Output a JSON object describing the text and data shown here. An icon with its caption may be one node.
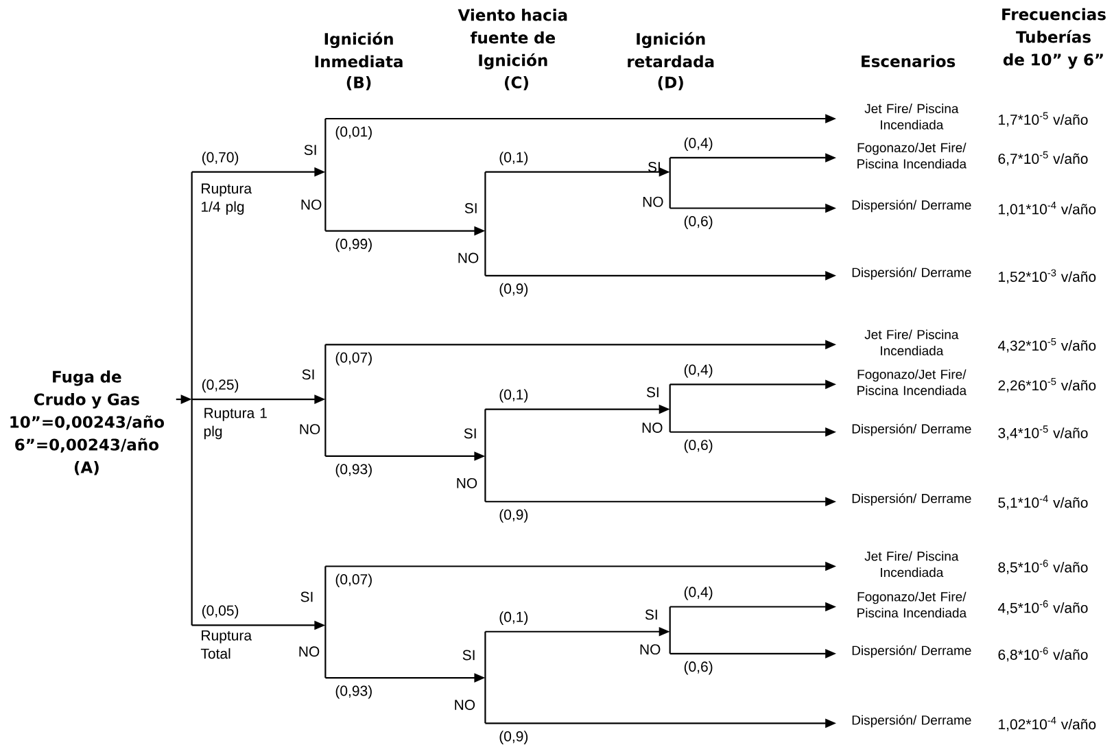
{
  "diagram": {
    "nodes": [
      {
        "text": [
          "Fuga de Crudo y Gas",
          "10”=0,00243/año",
          "6”=0,00243/año",
          "(A)"
        ]
      },
      {
        "text": [],
        "shape": "bar"
      },
      {
        "text": [],
        "shape": "bar"
      },
      {
        "text": [],
        "shape": "bar"
      },
      {
        "text": [],
        "shape": "bar"
      },
      {
        "text": [
          "Jet Fire/ Piscina Incendiada"
        ],
        "beside": [
          "1,7*10$^{-5}$ v/año"
        ]
      },
      {
        "text": [
          "Fogonazo/Jet Fire/ Piscina Incendiada"
        ],
        "beside": [
          "6,7*10$^{-5}$ v/año"
        ]
      },
      {
        "text": [
          "Dispersión/ Derrame"
        ],
        "beside": [
          "1,01*10$^{-4}$ v/año"
        ]
      },
      {
        "text": [
          "Dispersión/ Derrame"
        ],
        "beside": [
          "1,52*10$^{-3}$ v/año"
        ]
      },
      {
        "text": [],
        "shape": "bar"
      },
      {
        "text": [],
        "shape": "bar"
      },
      {
        "text": [],
        "shape": "bar"
      },
      {
        "text": [
          "Jet Fire/ Piscina Incendiada"
        ],
        "beside": [
          "4,32*10$^{-5}$ v/año"
        ]
      },
      {
        "text": [
          "Fogonazo/Jet Fire/ Piscina Incendiada"
        ],
        "beside": [
          "2,26*10$^{-5}$ v/año"
        ]
      },
      {
        "text": [
          "Dispersión/ Derrame"
        ],
        "beside": [
          "3,4*10$^{-5}$ v/año"
        ]
      },
      {
        "text": [
          "Dispersión/ Derrame"
        ],
        "beside": [
          "5,1*10$^{-4}$ v/año"
        ]
      },
      {
        "text": [],
        "shape": "bar"
      },
      {
        "text": [],
        "shape": "bar"
      },
      {
        "text": [],
        "shape": "bar"
      },
      {
        "text": [
          "Jet Fire/ Piscina Incendiada"
        ],
        "beside": [
          "8,5*10$^{-6}$ v/año"
        ]
      },
      {
        "text": [
          "Fogonazo/Jet Fire/ Piscina Incendiada"
        ],
        "beside": [
          "4,5*10$^{-6}$ v/año"
        ]
      },
      {
        "text": [
          "Dispersión/ Derrame"
        ],
        "beside": [
          "6,8*10$^{-6}$ v/año"
        ]
      },
      {
        "text": [
          "Dispersión/ Derrame"
        ],
        "beside": [
          "1,02*10$^{-4}$ v/año"
        ]
      }
    ],
    "edges": [
      {
        "from": 0,
        "to": 1,
        "arrow": "to"
      },
      {
        "from": 1,
        "to": 2,
        "arrow": "to",
        "label": "(0,70)"
      },
      {
        "from": 2,
        "to": 5,
        "arrow": "to",
        "label": "(0,01)"
      },
      {
        "from": 2,
        "to": 3,
        "arrow": "to",
        "label": "(0,99)"
      },
      {
        "from": 3,
        "to": 4,
        "arrow": "to",
        "label": "(0,1)"
      },
      {
        "from": 3,
        "to": 8,
        "arrow": "to",
        "label": "(0,9)"
      },
      {
        "from": 4,
        "to": 6,
        "arrow": "to",
        "label": "(0,4)"
      },
      {
        "from": 4,
        "to": 7,
        "arrow": "to",
        "label": "(0,6)"
      },
      {
        "from": 1,
        "to": 9,
        "arrow": "to",
        "label": "(0,25)"
      },
      {
        "from": 9,
        "to": 12,
        "arrow": "to",
        "label": "(0,07)"
      },
      {
        "from": 9,
        "to": 10,
        "arrow": "to",
        "label": "(0,93)"
      },
      {
        "from": 10,
        "to": 11,
        "arrow": "to",
        "label": "(0,1)"
      },
      {
        "from": 10,
        "to": 15,
        "arrow": "to",
        "label": "(0,9)"
      },
      {
        "from": 11,
        "to": 13,
        "arrow": "to",
        "label": "(0,4)"
      },
      {
        "from": 11,
        "to": 14,
        "arrow": "to",
        "label": "(0,6)"
      },
      {
        "from": 1,
        "to": 16,
        "arrow": "to",
        "label": "(0,05)"
      },
      {
        "from": 16,
        "to": 19,
        "arrow": "to",
        "label": "(0,07)"
      },
      {
        "from": 16,
        "to": 17,
        "arrow": "to",
        "label": "(0,93)"
      },
      {
        "from": 17,
        "to": 18,
        "arrow": "to",
        "label": "(0,1)"
      },
      {
        "from": 17,
        "to": 22,
        "arrow": "to",
        "label": "(0,9)"
      },
      {
        "from": 18,
        "to": 20,
        "arrow": "to",
        "label": "(0,4)"
      },
      {
        "from": 18,
        "to": 21,
        "arrow": "to",
        "label": "(0,6)"
      }
    ],
    "labels": [
      "Ignición Inmediata",
      "(B)",
      "Viento hacia fuente de Ignición",
      "(C)",
      "Ignición retardada",
      "(D)",
      "Escenarios",
      "Frecuencias Tuberías de 10” y 6”",
      "Ruptura 1/4 plg",
      "SI",
      "NO",
      "SI",
      "NO",
      "SI",
      "NO",
      "Ruptura 1 plg",
      "SI",
      "NO",
      "SI",
      "NO",
      "SI",
      "NO",
      "Ruptura Total",
      "SI",
      "NO",
      "SI",
      "NO",
      "SI",
      "NO"
    ]
  }
}
